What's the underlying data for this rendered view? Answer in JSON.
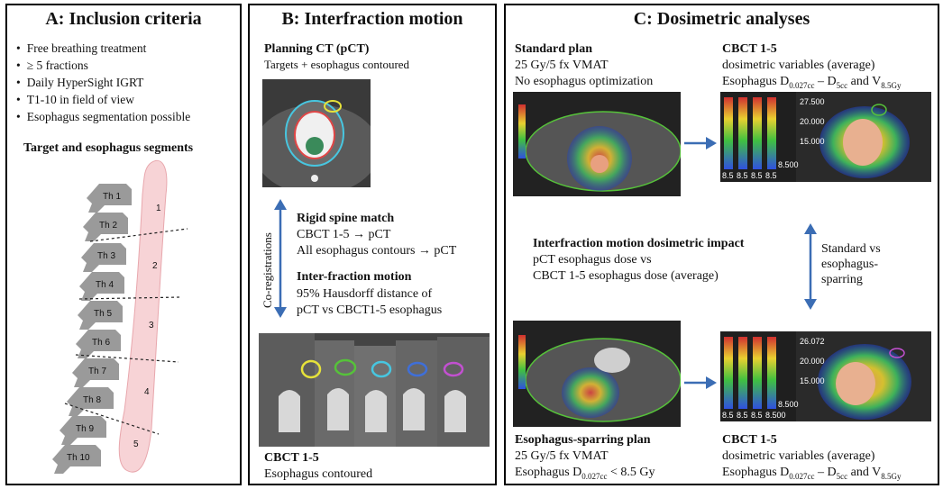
{
  "panelA": {
    "title": "A: Inclusion criteria",
    "criteria": [
      "Free breathing treatment",
      "≥ 5 fractions",
      "Daily HyperSight IGRT",
      "T1-10 in field of view",
      "Esophagus segmentation possible"
    ],
    "segments_title": "Target and esophagus segments",
    "vertebrae": [
      "Th 1",
      "Th 2",
      "Th 3",
      "Th 4",
      "Th 5",
      "Th 6",
      "Th 7",
      "Th 8",
      "Th 9",
      "Th 10"
    ],
    "esophagus_segments": [
      "1",
      "2",
      "3",
      "4",
      "5"
    ]
  },
  "panelB": {
    "title": "B: Interfraction motion",
    "planning_title": "Planning CT (pCT)",
    "planning_sub": "Targets + esophagus contoured",
    "coreg_label": "Co-registrations",
    "rigid_title": "Rigid spine match",
    "rigid_line1": "CBCT 1-5 → pCT",
    "rigid_line2": "All esophagus contours → pCT",
    "motion_title": "Inter-fraction motion",
    "motion_line1": "95% Hausdorff distance of",
    "motion_line2": "pCT vs CBCT1-5 esophagus",
    "cbct_title": "CBCT 1-5",
    "cbct_sub": "Esophagus contoured"
  },
  "panelC": {
    "title": "C: Dosimetric analyses",
    "std_title": "Standard plan",
    "std_line1": "25 Gy/5 fx VMAT",
    "std_line2": "No esophagus optimization",
    "cbct_top_title": "CBCT 1-5",
    "cbct_top_line1": "dosimetric variables (average)",
    "esoph_metric_prefix": "Esophagus D",
    "sub_0027": "0.027cc",
    "dash": " – D",
    "sub_5cc": "5cc",
    "and_v": " and V",
    "sub_85": "8.5Gy",
    "impact_title": "Interfraction motion dosimetric impact",
    "impact_line1": "pCT esophagus dose vs",
    "impact_line2": "CBCT 1-5 esophagus dose (average)",
    "compare_line1": "Standard vs",
    "compare_line2": "esophagus-",
    "compare_line3": "sparring",
    "spar_title": "Esophagus-sparring plan",
    "spar_line1": "25 Gy/5 fx VMAT",
    "spar_metric_tail": " < 8.5 Gy",
    "cbct_bot_title": "CBCT 1-5",
    "cbct_bot_line1": "dosimetric variables (average)",
    "legend_top": [
      "27.500",
      "20.000",
      "15.000",
      "8.500"
    ],
    "legend_bot": [
      "26.072",
      "20.000",
      "15.000",
      "8.500"
    ],
    "strip_vals": [
      "8.5",
      "8.5",
      "8.5",
      "8.5",
      "8.500"
    ]
  },
  "colors": {
    "arrow": "#3b6db4",
    "esophagus_fill": "#f7d3d6",
    "esophagus_stroke": "#e8a7ad",
    "vertebra": "#9a9a9a",
    "ct_dark": "#1a1a1a",
    "contour_yellow": "#e6e23a",
    "contour_green": "#56c23a",
    "contour_cyan": "#47c6e0",
    "contour_blue": "#3f6fd8",
    "contour_magenta": "#c250d0"
  }
}
